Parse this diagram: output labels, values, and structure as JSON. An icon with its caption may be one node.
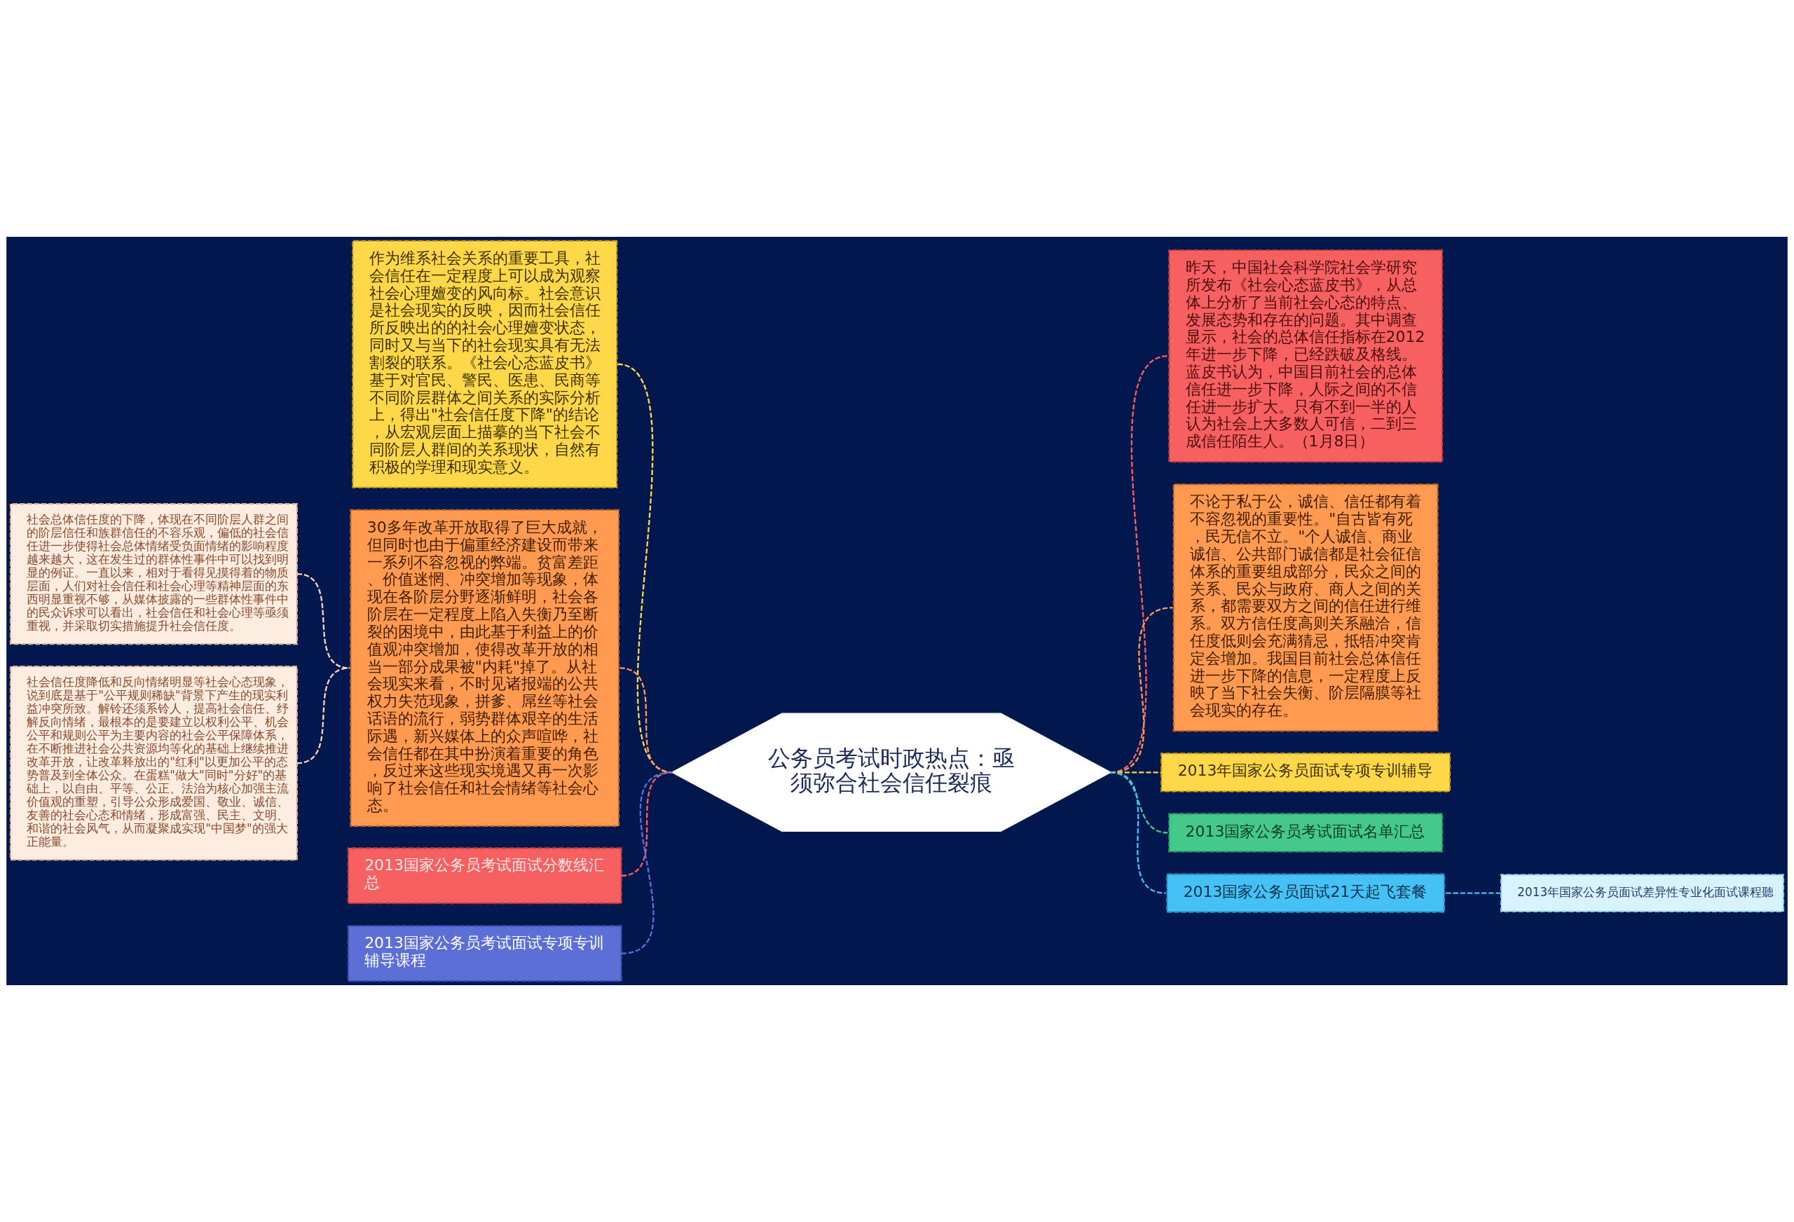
{
  "diagram": {
    "nodes": [
      {
        "text": [
          "公务员考试时政热点：亟须弥合社会信任裂痕"
        ]
      },
      {
        "text": [
          "作为维系社会关系的重要工具，社会信任在一定程度上可以成为观察社会心理嬗变的风向标。社会意识是社会现实的反映，因而社会信任所反映出的的社会心理嬗变状态，同时又与当下的社会现实具有无法割裂的联系。《社会心态蓝皮书》基于对官民、警民、医患、民商等不同阶层群体之间关系的实际分析上，得出\"社会信任度下降\"的结论，从宏观层面上描摹的当下社会不同阶层人群间的关系现状，自然有积极的学理和现实意义。"
        ]
      },
      {
        "text": [
          "30多年改革开放取得了巨大成就，但同时也由于偏重经济建设而带来一系列不容忽视的弊端。贫富差距、价值迷惘、冲突增加等现象，体现在各阶层分野逐渐鲜明，社会各阶层在一定程度上陷入失衡乃至断裂的困境中，由此基于利益上的价值观冲突增加，使得改革开放的相当一部分成果被\"内耗\"掉了。从社会现实来看，不时见诸报端的公共权力失范现象，拼爹、屌丝等社会话语的流行，弱势群体艰辛的生活际遇，新兴媒体上的众声喧哗，社会信任都在其中扮演着重要的角色，反过来这些现实境遇又再一次影响了社会信任和社会情绪等社会心态。"
        ]
      },
      {
        "text": [
          "社会总体信任度的下降，体现在不同阶层人群之间的阶层信任和族群信任的不容乐观，偏低的社会信任进一步使得社会总体情绪受负面情绪的影响程度越来越大，这在发生过的群体性事件中可以找到明显的例证。一直以来，相对于看得见摸得着的物质层面，人们对社会信任和社会心理等精神层面的东西明显重视不够，从媒体披露的一些群体性事件中的民众诉求可以看出，社会信任和社会心理等亟须重视，并采取切实措施提升社会信任度。"
        ]
      },
      {
        "text": [
          "社会信任度降低和反向情绪明显等社会心态现象，说到底是基于\"公平规则稀缺\"背景下产生的现实利益冲突所致。解铃还须系铃人，提高社会信任、纾解反向情绪，最根本的是要建立以权利公平、机会公平和规则公平为主要内容的社会公平保障体系，在不断推进社会公共资源均等化的基础上继续推进改革开放，让改革释放出的\"红利\"以更加公平的态势普及到全体公众。在蛋糕\"做大\"同时\"分好\"的基础上，以自由、平等、公正、法治为核心加强主流价值观的重塑，引导公众形成爱国、敬业、诚信、友善的社会心态和情绪，形成富强、民主、文明、和谐的社会风气，从而凝聚成实现\"中国梦\"的强大正能量。"
        ]
      },
      {
        "text": [
          "2013国家公务员考试面试分数线汇总"
        ]
      },
      {
        "text": [
          "2013国家公务员考试面试专项专训辅导课程"
        ]
      },
      {
        "text": [
          "昨天，中国社会科学院社会学研究所发布《社会心态蓝皮书》，从总体上分析了当前社会心态的特点、发展态势和存在的问题。其中调查显示，社会的总体信任指标在2012年进一步下降，已经跌破及格线。蓝皮书认为，中国目前社会的总体信任进一步下降，人际之间的不信任进一步扩大。只有不到一半的人认为社会上大多数人可信，二到三成信任陌生人。（1月8日）"
        ]
      },
      {
        "text": [
          "不论于私于公，诚信、信任都有着不容忽视的重要性。\"自古皆有死，民无信不立。\"个人诚信、商业诚信、公共部门诚信都是社会征信体系的重要组成部分，民众之间的关系、民众与政府、商人之间的关系，都需要双方之间的信任进行维系。双方信任度高则关系融洽，信任度低则会充满猜忌，抵牾冲突肯定会增加。我国目前社会总体信任进一步下降的信息，一定程度上反映了当下社会失衡、阶层隔膜等社会现实的存在。"
        ]
      },
      {
        "text": [
          "2013年国家公务员面试专项专训辅导"
        ]
      },
      {
        "text": [
          "2013国家公务员考试面试名单汇总"
        ]
      },
      {
        "text": [
          "2013国家公务员面试21天起飞套餐"
        ]
      },
      {
        "text": [
          "2013年国家公务员面试差异性专业化面试课程聽"
        ]
      }
    ],
    "edges": [
      {
        "from": 0,
        "to": 1,
        "arrow": "none",
        "style": "dashed",
        "color": "#ffd84a"
      },
      {
        "from": 0,
        "to": 2,
        "arrow": "none",
        "style": "dashed",
        "color": "#ff9a50"
      },
      {
        "from": 2,
        "to": 3,
        "arrow": "none",
        "style": "dashed",
        "color": "#f7d3b8"
      },
      {
        "from": 2,
        "to": 4,
        "arrow": "none",
        "style": "dashed",
        "color": "#f7d3b8"
      },
      {
        "from": 0,
        "to": 5,
        "arrow": "none",
        "style": "dashed",
        "color": "#f76060"
      },
      {
        "from": 0,
        "to": 6,
        "arrow": "none",
        "style": "dashed",
        "color": "#5b6fd6"
      },
      {
        "from": 0,
        "to": 7,
        "arrow": "none",
        "style": "dashed",
        "color": "#f76060"
      },
      {
        "from": 0,
        "to": 8,
        "arrow": "none",
        "style": "dashed",
        "color": "#ff9a50"
      },
      {
        "from": 0,
        "to": 9,
        "arrow": "none",
        "style": "dashed",
        "color": "#ffd84a"
      },
      {
        "from": 0,
        "to": 10,
        "arrow": "none",
        "style": "dashed",
        "color": "#45c98a"
      },
      {
        "from": 0,
        "to": 11,
        "arrow": "none",
        "style": "dashed",
        "color": "#45c1f5"
      },
      {
        "from": 11,
        "to": 12,
        "arrow": "none",
        "style": "dashed",
        "color": "#45c1f5"
      }
    ]
  }
}
